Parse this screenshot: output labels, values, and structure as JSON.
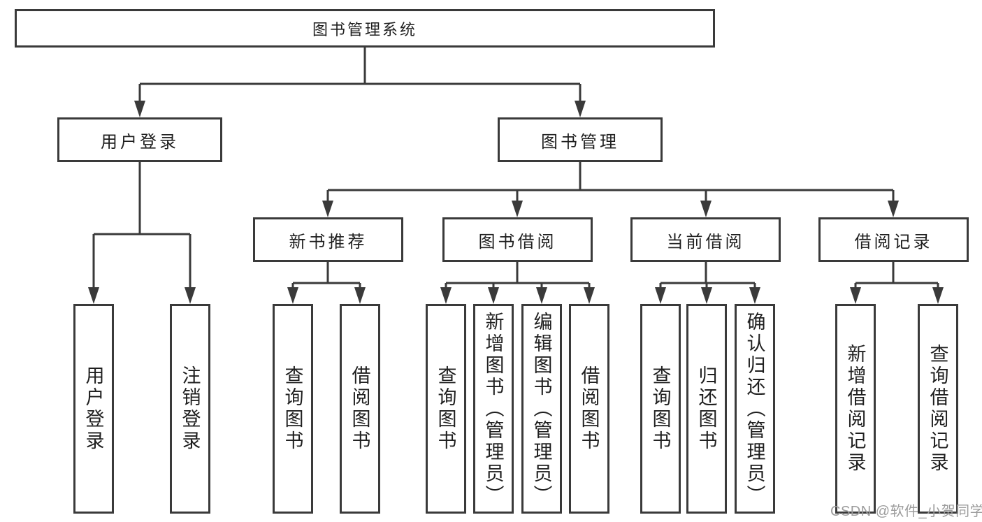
{
  "diagram": {
    "root": {
      "label": "图书管理系统"
    },
    "level2": [
      {
        "label": "用户登录",
        "children": [
          {
            "label": "用户登录"
          },
          {
            "label": "注销登录"
          }
        ]
      },
      {
        "label": "图书管理",
        "children": [
          {
            "label": "新书推荐",
            "children": [
              {
                "label": "查询图书"
              },
              {
                "label": "借阅图书"
              }
            ]
          },
          {
            "label": "图书借阅",
            "children": [
              {
                "label": "查询图书"
              },
              {
                "label": "新增图书（管理员）"
              },
              {
                "label": "编辑图书（管理员）"
              },
              {
                "label": "借阅图书"
              }
            ]
          },
          {
            "label": "当前借阅",
            "children": [
              {
                "label": "查询图书"
              },
              {
                "label": "归还图书"
              },
              {
                "label": "确认归还（管理员）"
              }
            ]
          },
          {
            "label": "借阅记录",
            "children": [
              {
                "label": "新增借阅记录"
              },
              {
                "label": "查询借阅记录"
              }
            ]
          }
        ]
      }
    ],
    "watermark": "CSDN @软件_小贺同学",
    "colors": {
      "line": "#3a3a3a",
      "text": "#1f1f1f",
      "watermark": "#9c9c9c",
      "background": "#ffffff"
    }
  }
}
